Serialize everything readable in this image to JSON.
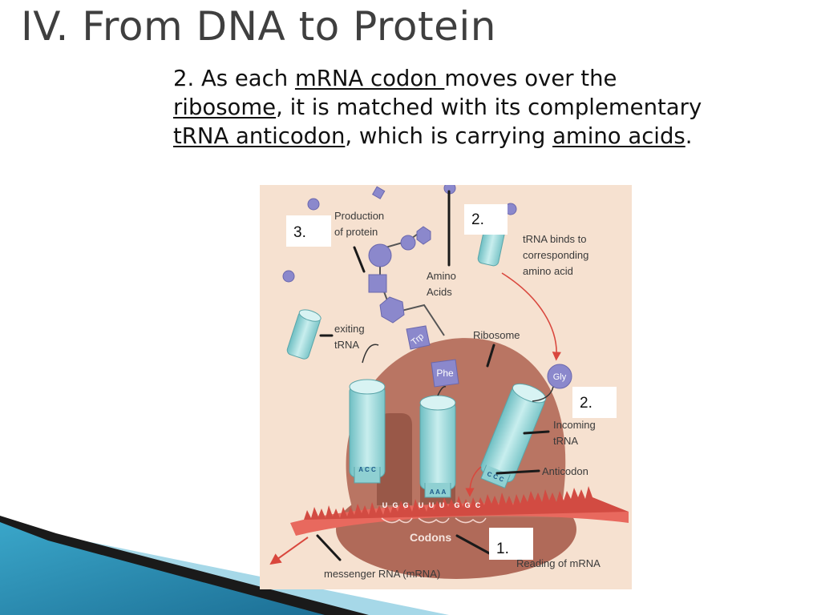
{
  "slide": {
    "title": "IV.  From DNA to Protein",
    "point_number": "2.",
    "text_1": "  As each ",
    "term_1": "mRNA codon ",
    "text_2": "moves over the",
    "term_2": "ribosome",
    "text_3": ", it is matched with its complementary",
    "term_3": "tRNA anticodon",
    "text_4": ", which is carrying ",
    "term_4": "amino acids",
    "text_5": "."
  },
  "diagram": {
    "labels": {
      "production": [
        "Production",
        "of protein"
      ],
      "amino_acids": [
        "Amino",
        "Acids"
      ],
      "trna_binds": [
        "tRNA binds to",
        "corresponding",
        "amino acid"
      ],
      "exiting": [
        "exiting",
        "tRNA"
      ],
      "ribosome": "Ribosome",
      "incoming": [
        "Incoming",
        "tRNA"
      ],
      "anticodon": "Anticodon",
      "codons": "Codons",
      "reading": "Reading of mRNA",
      "messenger": "messenger RNA (mRNA)"
    },
    "amino_acid_names": {
      "trp": "Trp",
      "phe": "Phe",
      "gly": "Gly"
    },
    "anticodon_letters": {
      "left": "A C C",
      "middle": "A A A",
      "right": "C C C"
    },
    "codon_letters": [
      "U",
      "G",
      "G",
      "U",
      "U",
      "U",
      "G",
      "G",
      "C"
    ],
    "overlay_boxes": {
      "box_top_left": "3.",
      "box_top_right": "2.",
      "box_mid_right": "2.",
      "box_bottom": "1."
    }
  },
  "colors": {
    "title": "#3f3f3f",
    "figure_background": "#f6e1d0",
    "ribosome": "#b87463",
    "trna": "#8fd0d2",
    "amino_acid": "#8b88cc",
    "mrna": "#e25a50",
    "corner_dark": "#1a1a1a",
    "corner_blue": "#2f8fb4"
  }
}
